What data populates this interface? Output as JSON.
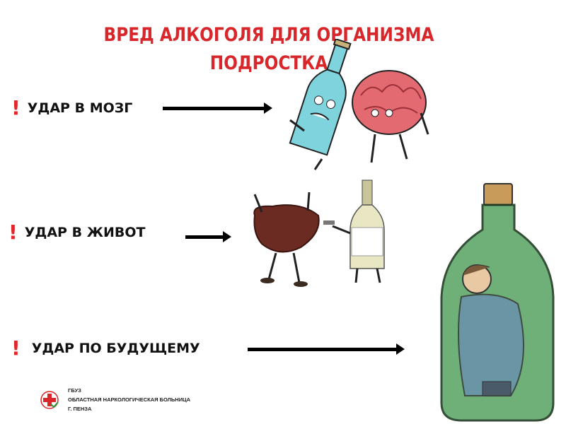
{
  "title": {
    "line1": "ВРЕД АЛКОГОЛЯ ДЛЯ ОРГАНИЗМА",
    "line2": "ПОДРОСТКА"
  },
  "items": [
    {
      "mark": "!",
      "label": "УДАР В МОЗГ",
      "illustration": "bottle-fighting-brain"
    },
    {
      "mark": "!",
      "label": "УДАР В ЖИВОТ",
      "illustration": "bottle-pointing-gun-at-liver"
    },
    {
      "mark": "!",
      "label": "УДАР ПО БУДУЩЕМУ",
      "illustration": "teen-trapped-in-bottle"
    }
  ],
  "footer": {
    "line1": "ГБУЗ",
    "line2": "ОБЛАСТНАЯ НАРКОЛОГИЧЕСКАЯ БОЛЬНИЦА",
    "line3": "Г. ПЕНЗА"
  },
  "colors": {
    "title": "#d8262b",
    "text": "#111111",
    "accent": "#e0262b"
  }
}
